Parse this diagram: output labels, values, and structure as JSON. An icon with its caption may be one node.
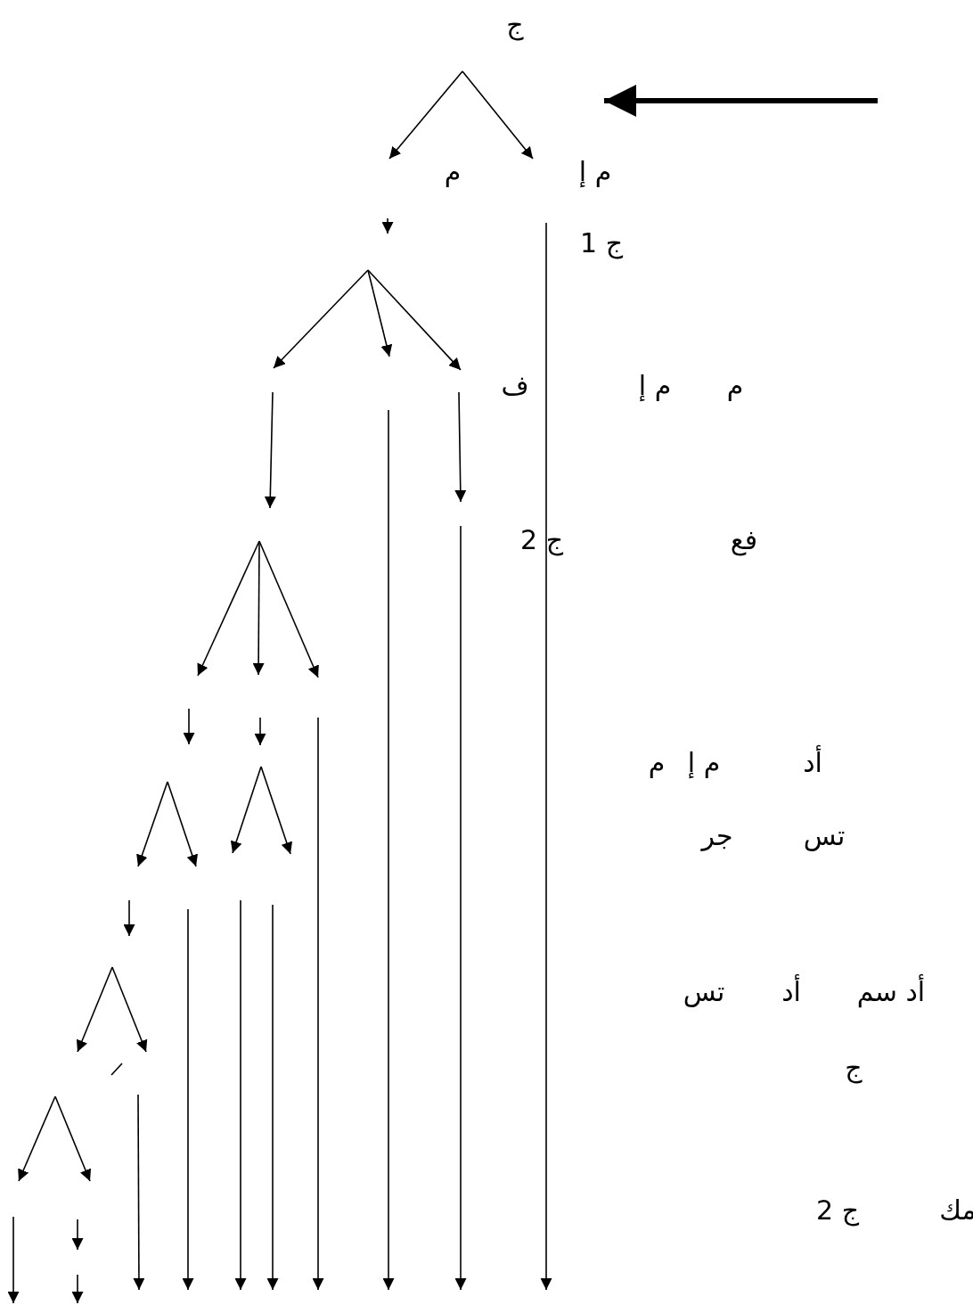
{
  "diagram": {
    "labels": [
      "ج",
      "م",
      "م إ",
      "ج 1",
      "ف",
      "م إ",
      "م",
      "ج 2",
      "فع",
      "أد",
      "م إ",
      "م",
      "تس",
      "جر",
      "أد سم",
      "أد",
      "تس",
      "ج",
      "ج 2",
      "مك"
    ]
  }
}
